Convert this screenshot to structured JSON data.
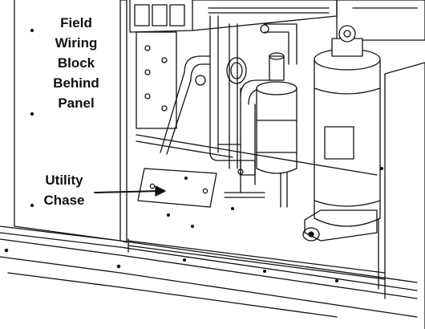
{
  "callouts": {
    "field_wiring": {
      "lines": [
        "Field",
        "Wiring",
        "Block",
        "Behind",
        "Panel"
      ]
    },
    "utility_chase": {
      "lines": [
        "Utility",
        "Chase"
      ]
    }
  },
  "colors": {
    "line": "#111111",
    "background": "#ffffff",
    "panel": "#ffffff"
  }
}
